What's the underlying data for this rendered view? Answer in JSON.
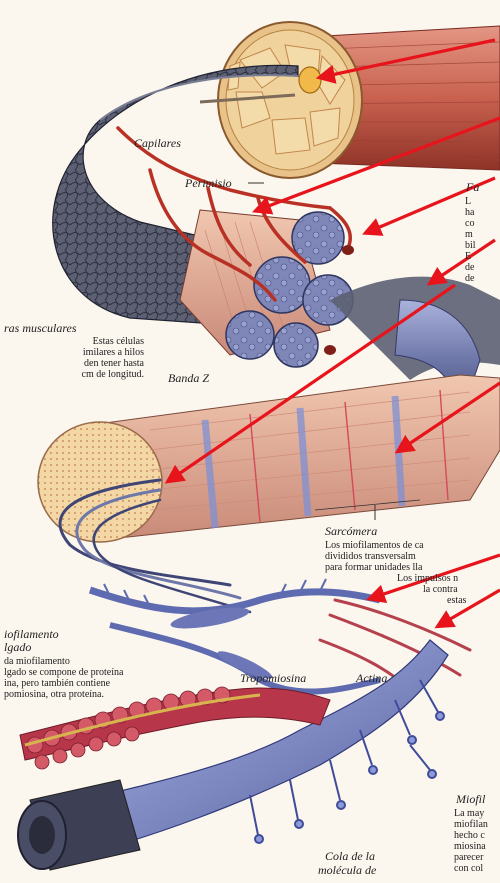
{
  "labels": {
    "capilares": "Capilares",
    "perimisio": "Perimisio",
    "banda_z": "Banda Z",
    "sarcomera": "Sarcómera",
    "tropomiosina": "Tropomiosina",
    "actina": "Actina",
    "cola_line1": "Cola de la",
    "cola_line2": "molécula de"
  },
  "fibras": {
    "title": "ras musculares",
    "lines": [
      "Estas células",
      "imilares a hilos",
      "den tener hasta",
      "cm de longitud."
    ]
  },
  "fascicle_fragment": {
    "title": "Fa",
    "lines": [
      "L",
      "ha",
      "co",
      "m",
      "bil",
      "E",
      "de",
      "de"
    ]
  },
  "sarcomera_text": {
    "lines": [
      "Los miofilamentos de ca",
      "divididos transversalm",
      "para formar unidades lla",
      "Los impulsos n",
      "la contra",
      "estas"
    ]
  },
  "miofilamento_delgado": {
    "title_line1": "iofilamento",
    "title_line2": "lgado",
    "lines": [
      "da miofilamento",
      "lgado se compone de proteína",
      "ina, pero también contiene",
      "pomiosina, otra proteína."
    ]
  },
  "miofilamento_grueso": {
    "title": "Miofil",
    "lines": [
      "La may",
      "miofilan",
      "hecho c",
      "miosina",
      "parecer",
      "con col"
    ]
  },
  "colors": {
    "background": "#fbf6ee",
    "muscle_red": "#c9614f",
    "muscle_dark": "#8e3328",
    "fascicle_blue": "#6d77a8",
    "capillary": "#b93124",
    "arrow": "#e8141b",
    "actin_bead": "#c8424e",
    "tropomyosin": "#c9a343",
    "thick_filament": "#7f8cc8"
  }
}
